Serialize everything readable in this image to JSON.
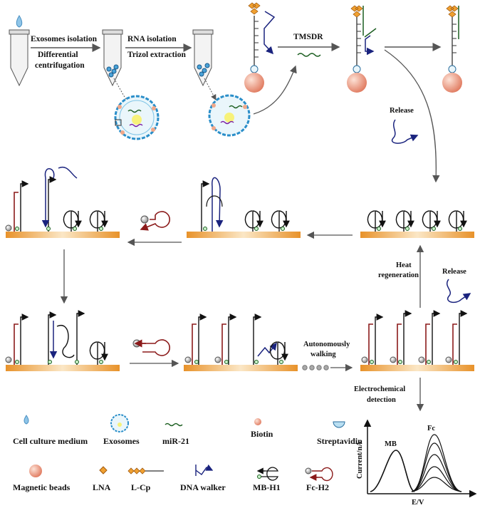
{
  "labels": {
    "exosomes_isolation": "Exosomes isolation",
    "differential": "Differential",
    "centrifugation": "centrifugation",
    "rna_isolation": "RNA isolation",
    "trizol_extraction": "Trizol extraction",
    "tmsdr": "TMSDR",
    "release_top": "Release",
    "release_mid": "Release",
    "heat": "Heat",
    "regeneration": "regeneration",
    "autonomously": "Autonomously",
    "walking": "walking",
    "electrochemical": "Electrochemical",
    "detection": "detection"
  },
  "legend": {
    "row1": [
      "Cell culture medium",
      "Exosomes",
      "miR-21",
      "Biotin",
      "Streptavidin"
    ],
    "row2": [
      "Magnetic beads",
      "LNA",
      "L-Cp",
      "DNA  walker",
      "MB-H1",
      "Fc-H2"
    ]
  },
  "chart_data": {
    "type": "line",
    "ylabel": "Current/nA",
    "xlabel": "E/V",
    "peak_labels": [
      "MB",
      "Fc"
    ]
  },
  "colors": {
    "gold": "#f0a030",
    "bead": "#f1a88a",
    "red": "#8b1a1a",
    "navy": "#1a237e",
    "green": "#1b5e20"
  }
}
